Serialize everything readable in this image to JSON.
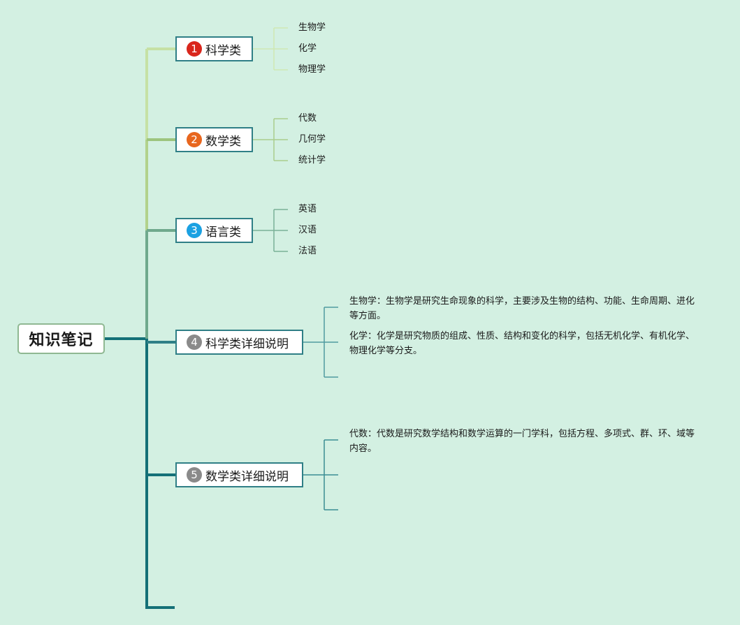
{
  "root": {
    "label": "知识笔记"
  },
  "colors": {
    "background": "#d3f0e2",
    "badge_1": "#d9261c",
    "badge_2": "#e8661e",
    "badge_3": "#1ba1e2",
    "badge_4": "#8a8a8a",
    "badge_5": "#8a8a8a",
    "branch_1": "#c6e1a5",
    "branch_2": "#9dc57e",
    "branch_3": "#6fa98d",
    "branch_4": "#2f7f86",
    "branch_5": "#147077"
  },
  "branches": [
    {
      "number": "1",
      "label": "科学类",
      "children": [
        "生物学",
        "化学",
        "物理学"
      ]
    },
    {
      "number": "2",
      "label": "数学类",
      "children": [
        "代数",
        "几何学",
        "统计学"
      ]
    },
    {
      "number": "3",
      "label": "语言类",
      "children": [
        "英语",
        "汉语",
        "法语"
      ]
    },
    {
      "number": "4",
      "label": "科学类详细说明",
      "children": [
        "生物学：生物学是研究生命现象的科学，主要涉及生物的结构、功能、生命周期、进化等方面。",
        "化学：化学是研究物质的组成、性质、结构和变化的科学，包括无机化学、有机化学、物理化学等分支。"
      ]
    },
    {
      "number": "5",
      "label": "数学类详细说明",
      "children": [
        "代数：代数是研究数学结构和数学运算的一门学科，包括方程、多项式、群、环、域等内容。"
      ]
    }
  ]
}
